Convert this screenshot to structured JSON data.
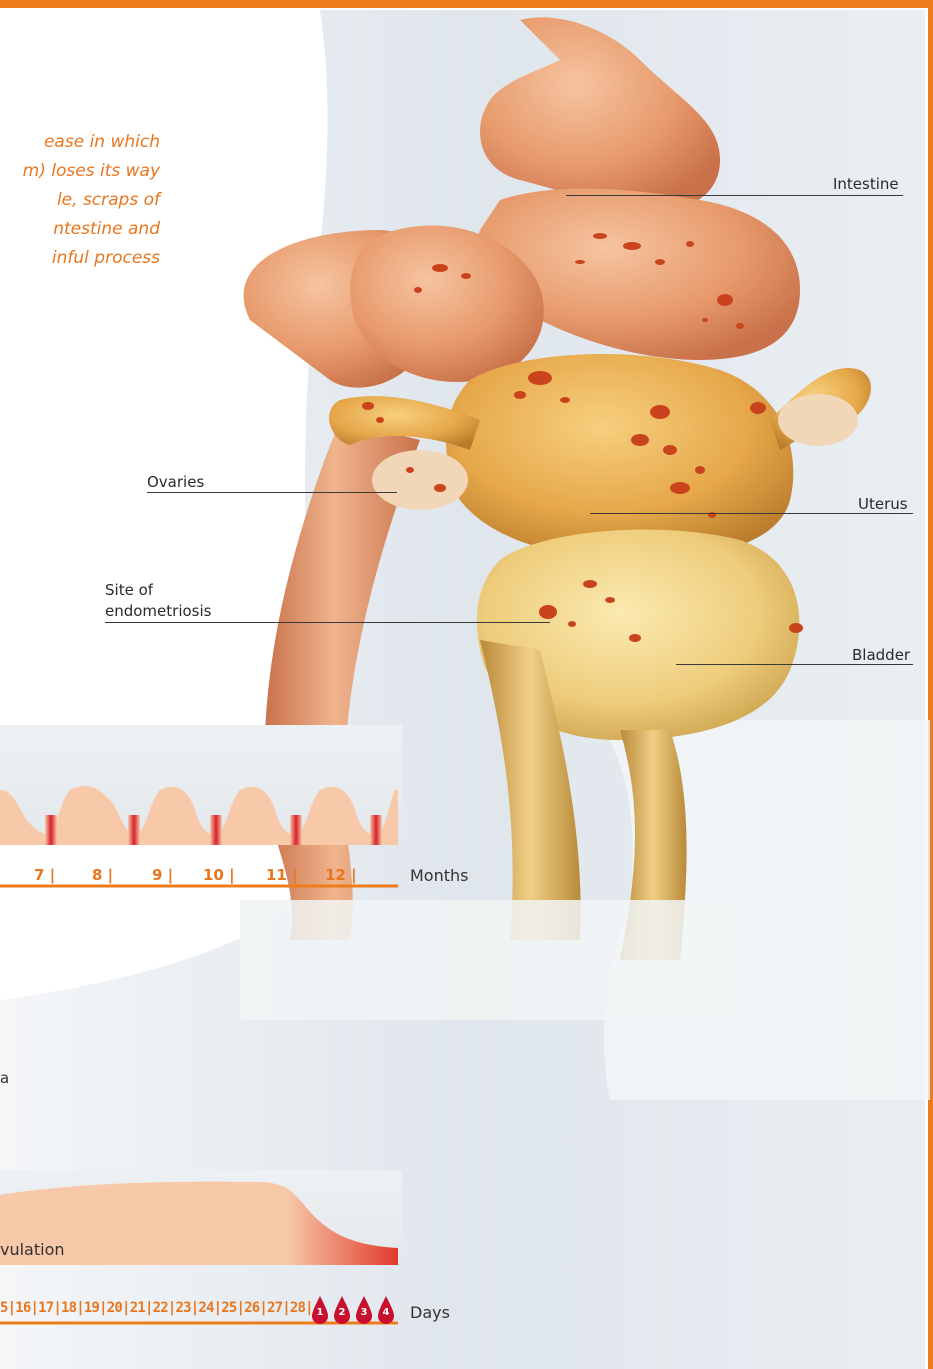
{
  "intro_lines": [
    "ease in which",
    "m) loses its way",
    "le, scraps of",
    "ntestine and",
    "inful process"
  ],
  "labels": {
    "intestine": "Intestine",
    "ovaries": "Ovaries",
    "uterus": "Uterus",
    "site_line1": "Site of",
    "site_line2": "endometriosis",
    "bladder": "Bladder"
  },
  "months_axis": {
    "ticks": [
      "7 |",
      "8 |",
      "9 |",
      "10 |",
      "11 |",
      "12 |"
    ],
    "label": "Months",
    "fragment_below": "a"
  },
  "cycle_chart": {
    "ovulation_fragment": "vulation",
    "days_text": "5|16|17|18|19|20|21|22|23|24|25|26|27|28|",
    "bleed_days": [
      "1",
      "2",
      "3",
      "4"
    ],
    "label": "Days"
  },
  "colors": {
    "accent": "#ee7c1a",
    "intestine": "#e9a47a",
    "uterus": "#e6a84a",
    "bladder": "#f0d080",
    "lesion": "#c9441c",
    "blood": "#c8102e"
  }
}
